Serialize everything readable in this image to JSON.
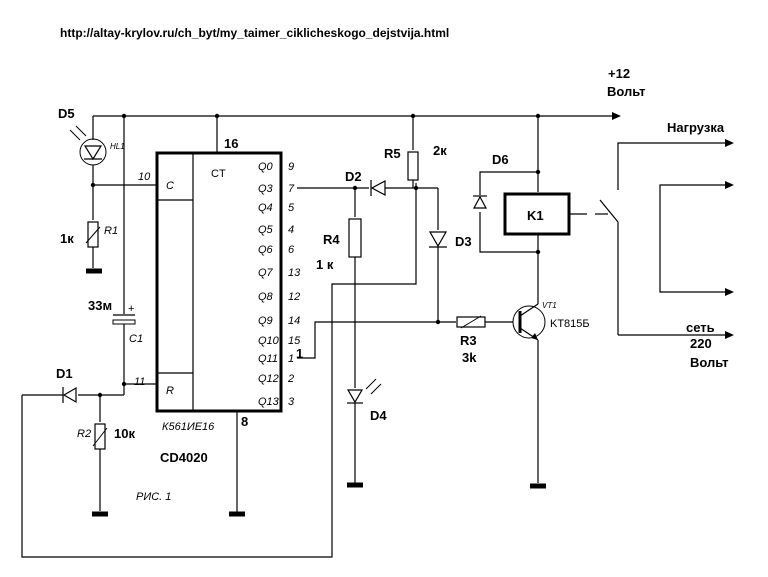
{
  "url": "http://altay-krylov.ru/ch_byt/my_taimer_ciklicheskogo_dejstvija.html",
  "supply": {
    "voltage": "+12",
    "unit": "Вольт"
  },
  "load": {
    "label": "Нагрузка"
  },
  "mains": {
    "line1": "сеть",
    "line2": "220",
    "line3": "Вольт"
  },
  "chip": {
    "header": "CT",
    "pin_top": "16",
    "pin_bottom": "8",
    "in_c": "C",
    "in_r": "R",
    "pin_c": "10",
    "pin_r": "11",
    "part_ru": "К561ИЕ16",
    "part_en": "CD4020",
    "outputs": [
      {
        "name": "Q0",
        "pin": "9"
      },
      {
        "name": "Q3",
        "pin": "7"
      },
      {
        "name": "Q4",
        "pin": "5"
      },
      {
        "name": "Q5",
        "pin": "4"
      },
      {
        "name": "Q6",
        "pin": "6"
      },
      {
        "name": "Q7",
        "pin": "13"
      },
      {
        "name": "Q8",
        "pin": "12"
      },
      {
        "name": "Q9",
        "pin": "14"
      },
      {
        "name": "Q10",
        "pin": "15"
      },
      {
        "name": "Q11",
        "pin": "1"
      },
      {
        "name": "Q12",
        "pin": "2"
      },
      {
        "name": "Q13",
        "pin": "3"
      }
    ],
    "q11_mark": "1"
  },
  "components": {
    "D5": "D5",
    "HL1": "HL1",
    "R1": "R1",
    "R1_val": "1к",
    "C1": "C1",
    "C1_val": "33м",
    "C1_plus": "+",
    "D1": "D1",
    "R2": "R2",
    "R2_val": "10к",
    "fig": "РИС. 1",
    "D2": "D2",
    "R5": "R5",
    "R5_val": "2к",
    "R4": "R4",
    "R4_val": "1 к",
    "D3": "D3",
    "D4": "D4",
    "D6": "D6",
    "K1": "K1",
    "R3": "R3",
    "R3_val": "3k",
    "VT1": "VT1",
    "VT1_type": "KT815Б"
  }
}
